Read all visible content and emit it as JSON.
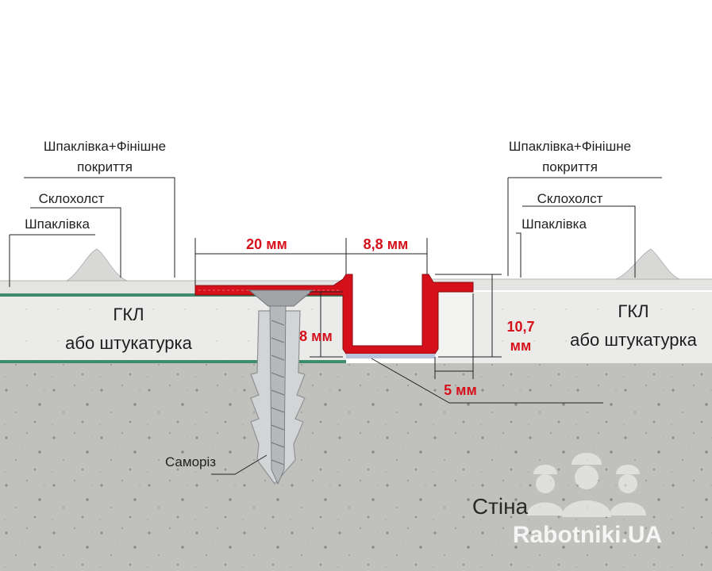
{
  "labels": {
    "left_finish_1": "Шпаклівка+Фінішне",
    "left_finish_2": "покриття",
    "left_fiberglass": "Склохолст",
    "left_putty": "Шпаклівка",
    "right_finish_1": "Шпаклівка+Фінішне",
    "right_finish_2": "покриття",
    "right_fiberglass": "Склохолст",
    "right_putty": "Шпаклівка",
    "left_board_1": "ГКЛ",
    "left_board_2": "або штукатурка",
    "right_board_1": "ГКЛ",
    "right_board_2": "або штукатурка",
    "screw": "Саморіз",
    "wall": "Стіна"
  },
  "dimensions": {
    "width_flange": "20 мм",
    "width_channel": "8,8 мм",
    "depth_left": "8 мм",
    "depth_right_1": "10,7",
    "depth_right_2": "мм",
    "bottom_offset": "5 мм"
  },
  "watermark": "Rabotniki.UA",
  "colors": {
    "profile_red": "#d5101a",
    "dimension_text": "#d5101a",
    "board_edge_green": "#3f8c6c",
    "concrete": "#bdbdbb",
    "board_fill": "#ececea"
  }
}
